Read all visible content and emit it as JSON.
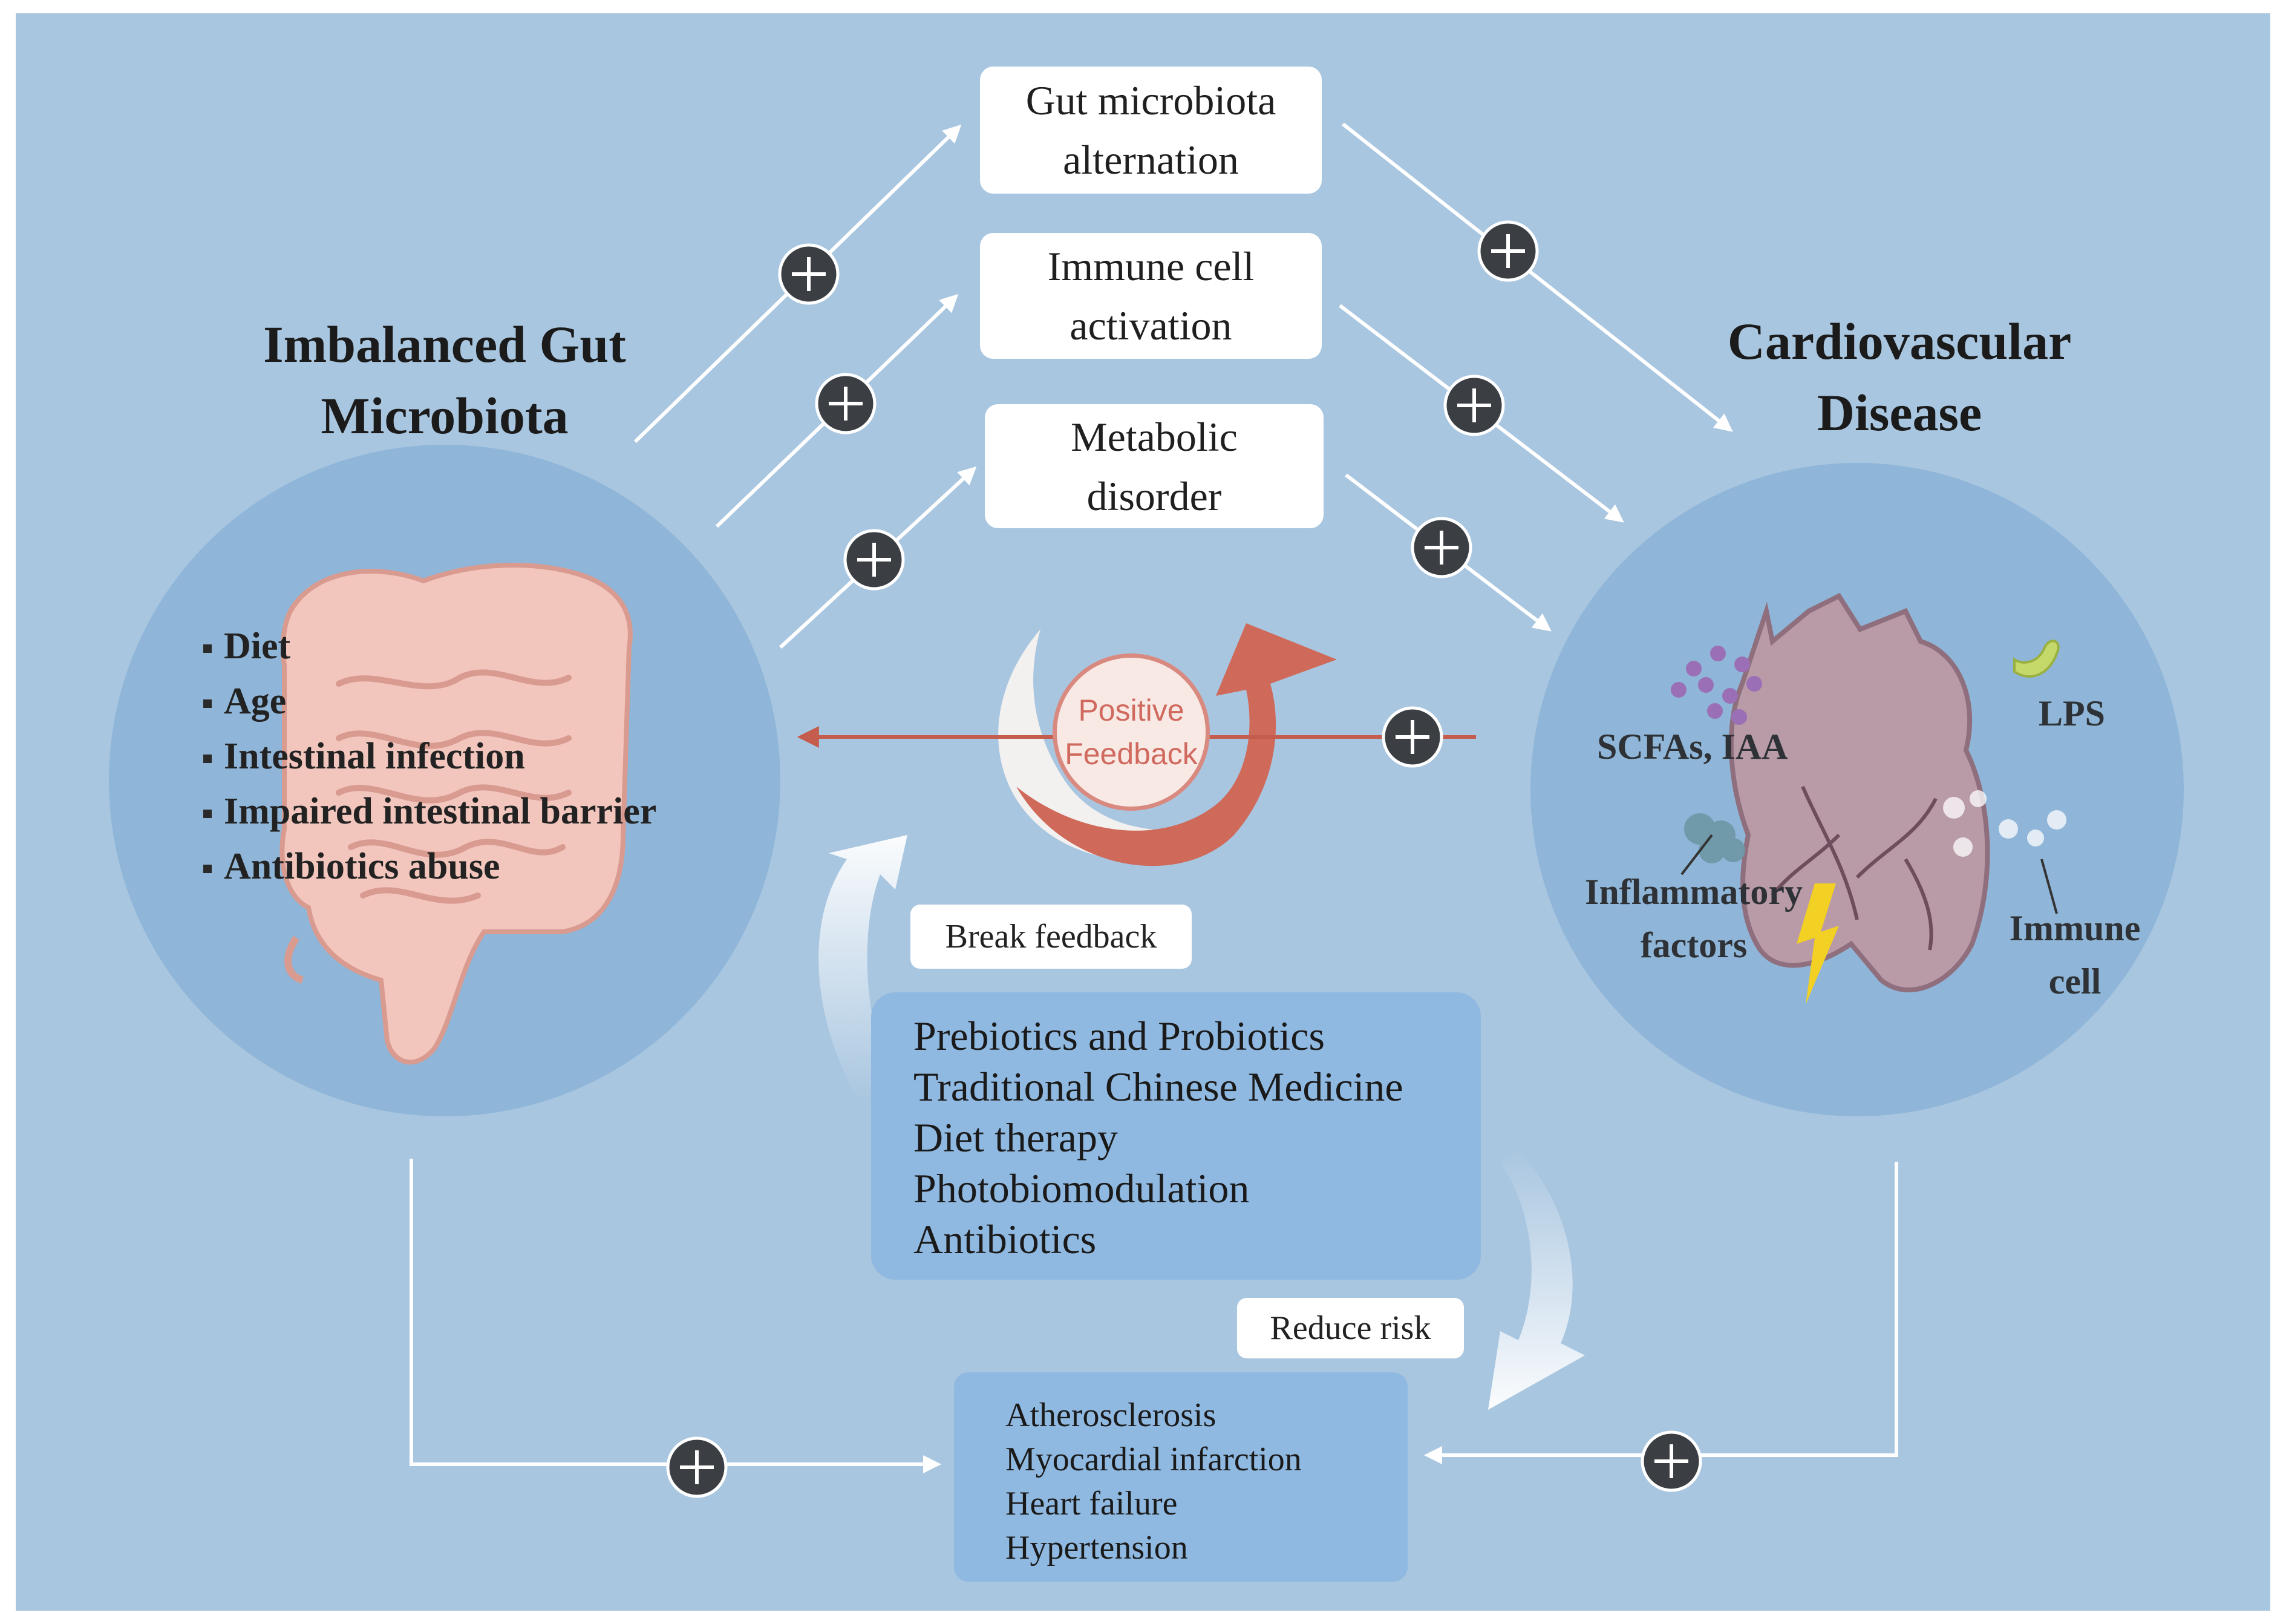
{
  "left": {
    "title": [
      "Imbalanced Gut",
      "Microbiota"
    ],
    "factors": [
      "Diet",
      "Age",
      "Intestinal infection",
      "Impaired intestinal barrier",
      "Antibiotics abuse"
    ]
  },
  "right": {
    "title": [
      "Cardiovascular",
      "Disease"
    ],
    "labels": {
      "scfas": "SCFAs, IAA",
      "lps": "LPS",
      "inflammatory": [
        "Inflammatory",
        "factors"
      ],
      "immune": [
        "Immune",
        "cell"
      ]
    }
  },
  "mechanisms": [
    [
      "Gut microbiota",
      "alternation"
    ],
    [
      "Immune cell",
      "activation"
    ],
    [
      "Metabolic",
      "disorder"
    ]
  ],
  "feedback": {
    "circle": [
      "Positive",
      "Feedback"
    ],
    "break_label": "Break feedback",
    "reduce_label": "Reduce risk"
  },
  "interventions": [
    "Prebiotics and Probiotics",
    "Traditional Chinese Medicine",
    "Diet therapy",
    "Photobiomodulation",
    "Antibiotics"
  ],
  "outcomes": [
    "Atherosclerosis",
    "Myocardial infarction",
    "Heart failure",
    "Hypertension"
  ],
  "colors": {
    "background": "#a9c6e0",
    "circle": "#8fb6d8",
    "panel": "#90b9e1",
    "plus_badge": "#3b3f44",
    "feedback_red": "#cf6a5a"
  }
}
